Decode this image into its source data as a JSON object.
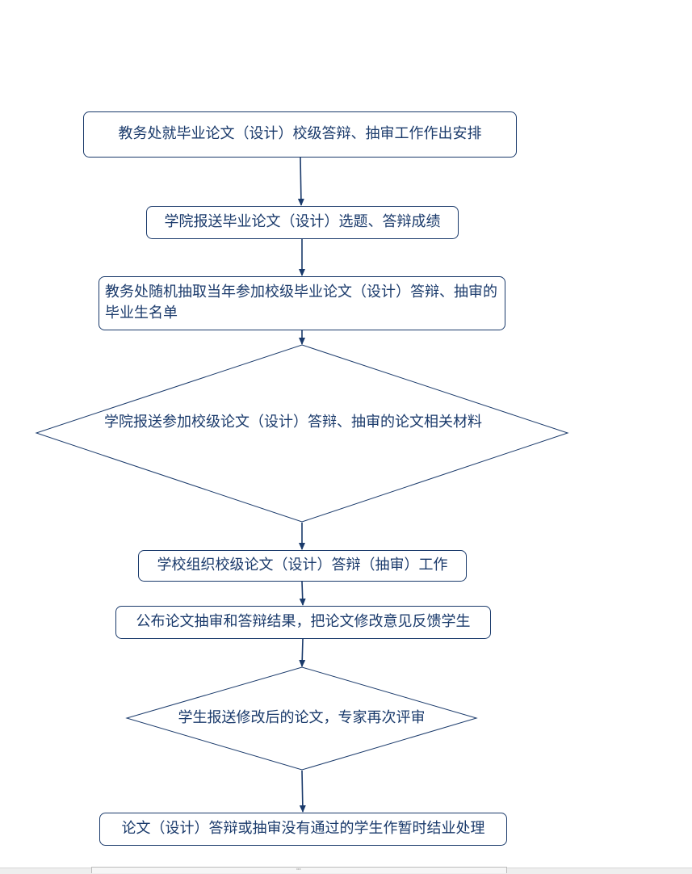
{
  "colors": {
    "stroke": "#1a3a6b",
    "text": "#1a3a6b",
    "background": "#ffffff"
  },
  "flowchart": {
    "steps": [
      {
        "shape": "rounded-rect",
        "text": "教务处就毕业论文（设计）校级答辩、抽审工作作出安排"
      },
      {
        "shape": "rounded-rect",
        "text": "学院报送毕业论文（设计）选题、答辩成绩"
      },
      {
        "shape": "rounded-rect",
        "text": "教务处随机抽取当年参加校级毕业论文（设计）答辩、抽审的毕业生名单"
      },
      {
        "shape": "diamond",
        "text": "学院报送参加校级论文（设计）答辩、抽审的论文相关材料"
      },
      {
        "shape": "rounded-rect",
        "text": "学校组织校级论文（设计）答辩（抽审）工作"
      },
      {
        "shape": "rounded-rect",
        "text": "公布论文抽审和答辩结果，把论文修改意见反馈学生"
      },
      {
        "shape": "diamond",
        "text": "学生报送修改后的论文，专家再次评审"
      },
      {
        "shape": "rounded-rect",
        "text": "论文（设计）答辩或抽审没有通过的学生作暂时结业处理"
      }
    ]
  },
  "scrollbar": {
    "grip_glyph": "'''"
  }
}
